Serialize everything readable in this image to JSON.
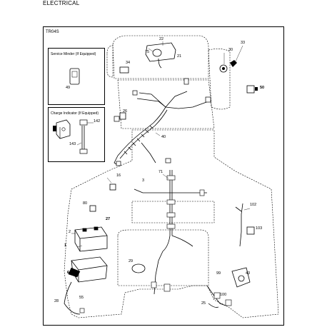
{
  "header": {
    "title": "ELECTRICAL"
  },
  "diagram_code": "TR04S",
  "insets": {
    "service_minder": {
      "title": "Service Minder (If Equipped)",
      "part": "49"
    },
    "charge_indicator": {
      "title": "Charge Indicator (If Equipped)",
      "parts": [
        "142",
        "143"
      ]
    }
  },
  "callouts": {
    "c22": "22",
    "c75": "75",
    "c21": "21",
    "c34": "34",
    "c30": "30",
    "c33": "33",
    "c50": "50",
    "c26": "26",
    "c40": "40",
    "c16": "16",
    "c71": "71",
    "c3": "3",
    "c80": "80",
    "c27": "27",
    "c2": "2",
    "c1": "1",
    "c6": "6",
    "c102": "102",
    "c103": "103",
    "c29": "29",
    "c99": "99",
    "c43": "43",
    "c100": "100",
    "c28": "28",
    "c55": "55",
    "c25": "25"
  }
}
